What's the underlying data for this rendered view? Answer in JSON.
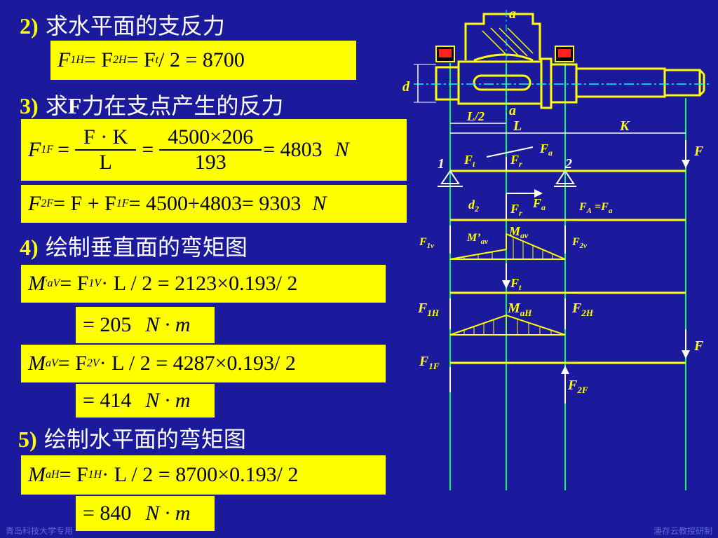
{
  "sections": {
    "s2": {
      "num": "2)",
      "text": "求水平面的支反力"
    },
    "s3": {
      "num": "3)",
      "pre": "求",
      "bold": "F",
      "text": "力在支点产生的反力"
    },
    "s4": {
      "num": "4)",
      "text": "绘制垂直面的弯矩图"
    },
    "s5": {
      "num": "5)",
      "text": "绘制水平面的弯矩图"
    }
  },
  "formulas": {
    "f1": {
      "lhs": "F",
      "lhs_sub": "1H",
      "mid": " = F",
      "mid_sub": "2H",
      "mid2": " = F",
      "mid2_sub": "t",
      "rest": " / 2 = 8700"
    },
    "f2": {
      "lhs": "F",
      "lhs_sub": "1F",
      "num": "F · K",
      "den": "L",
      "num2": "4500×206",
      "den2": "193",
      "rest": "= 4803",
      "unit": "N"
    },
    "f3": {
      "lhs": "F",
      "lhs_sub": "2F",
      "mid": " = F + F",
      "mid_sub": "1F",
      "rest": " = 4500+4803= 9303",
      "unit": "N"
    },
    "f4": {
      "lhs": "M",
      "lhs_sup": "'",
      "lhs_sub": "aV",
      "mid": " = F",
      "mid_sub": "1V",
      "rest": " · L / 2  = 2123×0.193/ 2"
    },
    "f5": {
      "text": "= 205",
      "unit": "N · m"
    },
    "f6": {
      "lhs": "M",
      "lhs_sub": "aV",
      "mid": " = F",
      "mid_sub": "2V",
      "rest": " · L / 2  = 4287×0.193/ 2"
    },
    "f7": {
      "text": "= 414",
      "unit": "N · m"
    },
    "f8": {
      "lhs": "M",
      "lhs_sub": "aH",
      "mid": " = F",
      "mid_sub": "1H",
      "rest": " · L / 2  = 8700×0.193/ 2"
    },
    "f9": {
      "text": "= 840",
      "unit": "N · m"
    }
  },
  "diagram": {
    "label_a_top": "a",
    "label_a_mid": "a",
    "label_d": "d",
    "label_L2": "L/2",
    "label_L": "L",
    "label_K": "K",
    "label_F": "F",
    "label_1": "1",
    "label_2": "2",
    "label_Ft": "F",
    "label_Ft_sub": "t",
    "label_Fr": "F",
    "label_Fr_sub": "r",
    "label_Fa": "F",
    "label_Fa_sub": "a",
    "label_d2": "d",
    "label_d2_sub": "2",
    "label_FA": "F",
    "label_FA_sub": "A",
    "label_FA_eq": " =F",
    "label_FA_eq_sub": "a",
    "label_F1v": "F",
    "label_F1v_sub": "1v",
    "label_F2v": "F",
    "label_F2v_sub": "2v",
    "label_Mav_p": "M’",
    "label_Mav_p_sub": "av",
    "label_Mav": "M",
    "label_Mav_sub": "av",
    "label_F1H": "F",
    "label_F1H_sub": "1H",
    "label_F2H": "F",
    "label_F2H_sub": "2H",
    "label_MaH": "M",
    "label_MaH_sub": "aH",
    "label_F1F": "F",
    "label_F1F_sub": "1F",
    "label_F2F": "F",
    "label_F2F_sub": "2F"
  },
  "footer": {
    "left": "青岛科技大学专用",
    "right": "潘存云教授研制"
  },
  "colors": {
    "background": "#1c1a9c",
    "highlight": "#ffff00",
    "line": "#00ff66"
  }
}
